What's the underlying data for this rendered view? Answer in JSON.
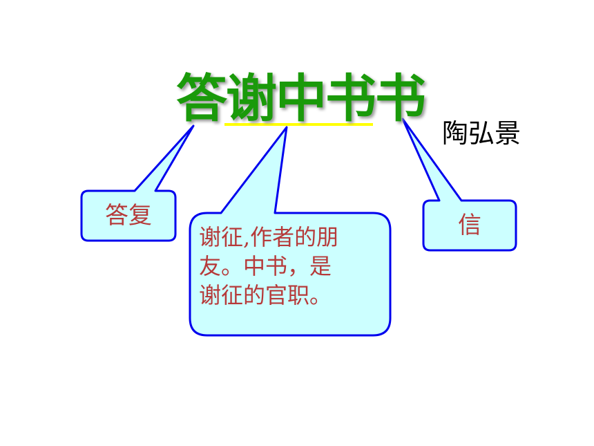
{
  "title": "答谢中书书",
  "author": "陶弘景",
  "callouts": [
    {
      "text": "答复"
    },
    {
      "text": "谢征,作者的朋\n友。中书，是\n谢征的官职。"
    },
    {
      "text": "信"
    }
  ],
  "colors": {
    "title": "#1a9a0a",
    "callout_fill": "#ccffff",
    "callout_border": "#0000ee",
    "callout_text": "#b63a3a",
    "underline": "#ffff00"
  }
}
